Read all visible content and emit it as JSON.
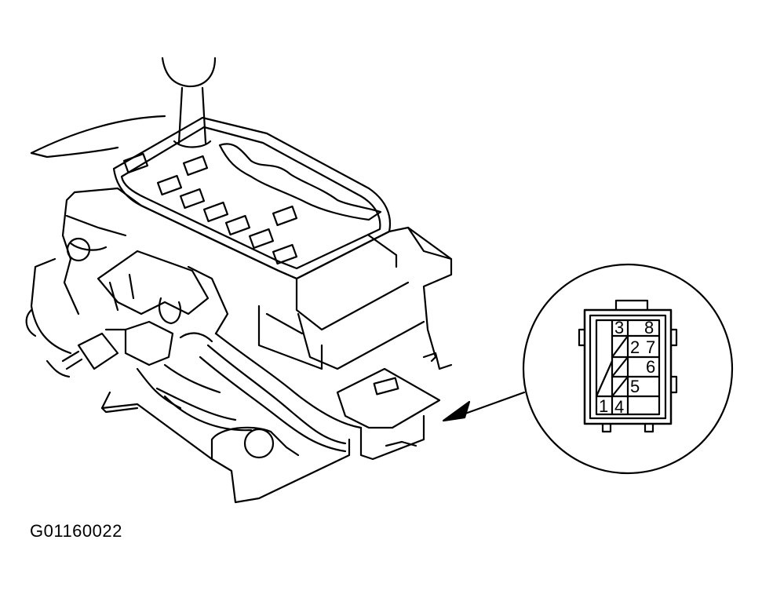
{
  "figure": {
    "id_label": "G01160022"
  },
  "connector": {
    "pins": [
      "1",
      "2",
      "3",
      "4",
      "5",
      "6",
      "7",
      "8"
    ]
  },
  "colors": {
    "line": "#000000",
    "background": "#ffffff"
  }
}
